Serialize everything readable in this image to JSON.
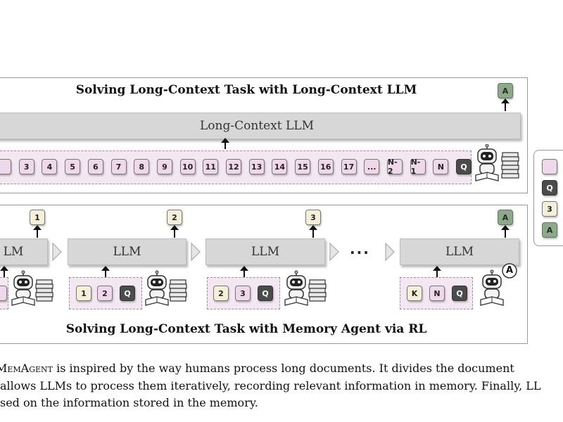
{
  "top_panel": {
    "title": "Solving Long-Context Task with Long-Context LLM",
    "model_label": "Long-Context LLM",
    "answer_label": "A",
    "tokens": [
      "",
      "3",
      "4",
      "5",
      "6",
      "7",
      "8",
      "9",
      "10",
      "11",
      "12",
      "13",
      "14",
      "15",
      "16",
      "17",
      "...",
      "N-2",
      "N-1",
      "N",
      "Q"
    ]
  },
  "bottom_panel": {
    "title": "Solving Long-Context Task with Memory Agent via RL",
    "steps": [
      {
        "llm_label": "LM",
        "output": "1",
        "inputs": [
          ""
        ]
      },
      {
        "llm_label": "LLM",
        "output": "2",
        "inputs": [
          "1",
          "2",
          "Q"
        ]
      },
      {
        "llm_label": "LLM",
        "output": "3",
        "inputs": [
          "2",
          "3",
          "Q"
        ]
      },
      {
        "llm_label": "LLM",
        "output": "A",
        "inputs": [
          "K",
          "N",
          "Q"
        ]
      }
    ],
    "ellipsis": "...",
    "speech_bubble": "A"
  },
  "legend": {
    "items": [
      {
        "kind": "chunk",
        "label": ""
      },
      {
        "kind": "question",
        "label": "Q"
      },
      {
        "kind": "memory",
        "label": "3"
      },
      {
        "kind": "answer",
        "label": "A"
      }
    ]
  },
  "caption": {
    "line1_smallcaps": "MemAgent",
    "line1_rest": " is inspired by the way humans process long documents. It divides the document",
    "line2": "allows LLMs to process them iteratively, recording relevant information in memory. Finally, LL",
    "line3": "sed on the information stored in the memory."
  },
  "colors": {
    "chunk": "#efd8ea",
    "memory": "#f4efd8",
    "question": "#4b4b4b",
    "answer": "#8fa88c",
    "llm_box": "#d7d7d7",
    "strip_bg": "#f3e7f1"
  }
}
